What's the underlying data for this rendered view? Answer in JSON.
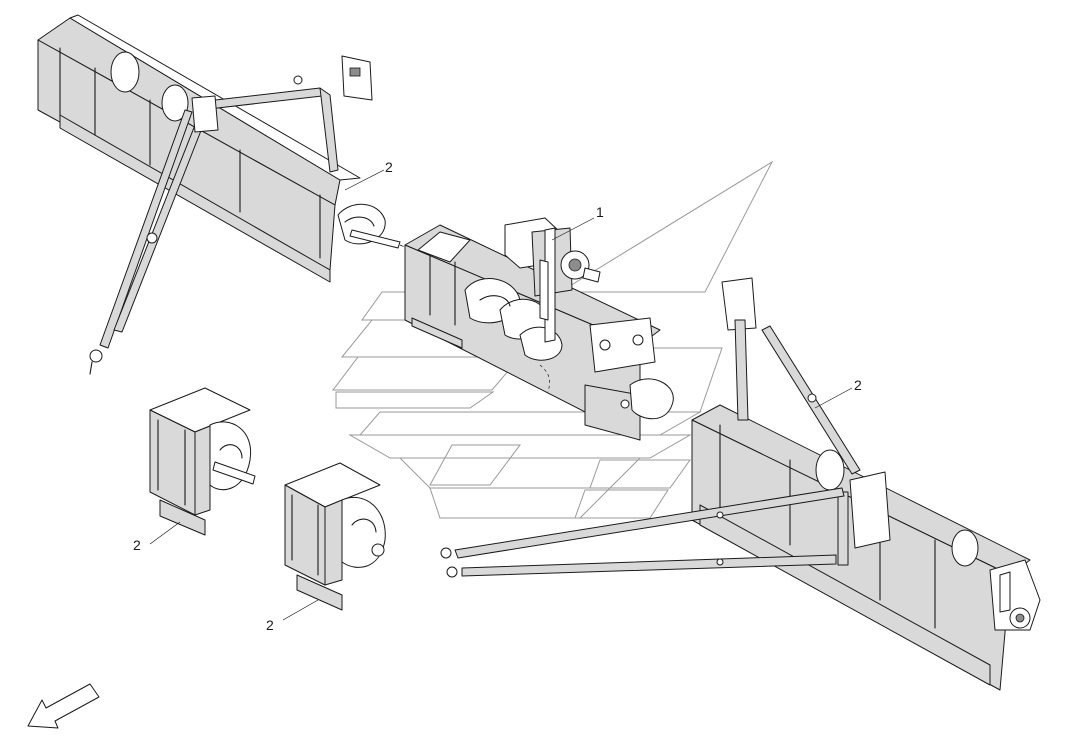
{
  "callouts": [
    {
      "label": "1"
    },
    {
      "label": "2"
    },
    {
      "label": "2"
    },
    {
      "label": "2"
    },
    {
      "label": "2"
    }
  ],
  "colors": {
    "part_fill": "#d9d9d9",
    "outline": "#1a1a1a",
    "watermark": "#9a9a9a",
    "background": "#ffffff"
  },
  "icons": {
    "orientation": "direction-arrow-icon"
  }
}
